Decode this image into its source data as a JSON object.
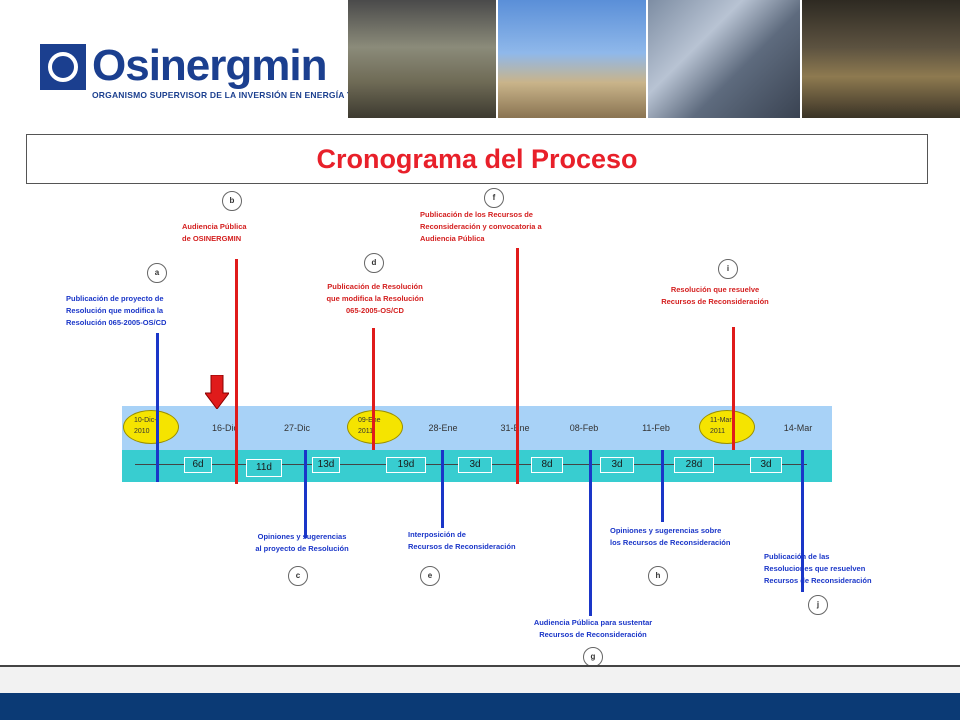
{
  "header": {
    "logo_name": "Osinergmin",
    "logo_subtitle": "ORGANISMO SUPERVISOR DE LA INVERSIÓN EN ENERGÍA Y MINERÍA"
  },
  "title": "Cronograma del Proceso",
  "colors": {
    "title": "#e8202a",
    "band_top": "#a8d2f7",
    "band_bottom": "#38cdd0",
    "marker_red": "#e01b1b",
    "marker_blue": "#1a36c8",
    "highlight_oval": "#f5e400",
    "brand_blue": "#1b3f8f"
  },
  "timeline": {
    "dates": [
      {
        "line1": "10-Dic-",
        "line2": "2010",
        "highlighted": true
      },
      {
        "line1": "16-Dic",
        "line2": "",
        "highlighted": false
      },
      {
        "line1": "27-Dic",
        "line2": "",
        "highlighted": false
      },
      {
        "line1": "09-Ene",
        "line2": "2011",
        "highlighted": true
      },
      {
        "line1": "28-Ene",
        "line2": "",
        "highlighted": false
      },
      {
        "line1": "31-Ene",
        "line2": "",
        "highlighted": false
      },
      {
        "line1": "08-Feb",
        "line2": "",
        "highlighted": false
      },
      {
        "line1": "11-Feb",
        "line2": "",
        "highlighted": false
      },
      {
        "line1": "11-Mar",
        "line2": "2011",
        "highlighted": true
      },
      {
        "line1": "14-Mar",
        "line2": "",
        "highlighted": false
      }
    ],
    "durations": [
      "6d",
      "11d",
      "13d",
      "19d",
      "3d",
      "8d",
      "3d",
      "28d",
      "3d"
    ]
  },
  "events": [
    {
      "id": "a",
      "color": "blue",
      "lines": [
        "Publicación de proyecto de",
        "Resolución que modifica la",
        "Resolución 065-2005-OS/CD"
      ]
    },
    {
      "id": "b",
      "color": "red",
      "lines": [
        "Audiencia Pública",
        "de OSINERGMIN"
      ]
    },
    {
      "id": "c",
      "color": "blue",
      "lines": [
        "Opiniones y sugerencias",
        "al proyecto de Resolución"
      ]
    },
    {
      "id": "d",
      "color": "red",
      "lines": [
        "Publicación de Resolución",
        "que modifica la Resolución",
        "065-2005-OS/CD"
      ]
    },
    {
      "id": "e",
      "color": "blue",
      "lines": [
        "Interposición de",
        "Recursos de Reconsideración"
      ]
    },
    {
      "id": "f",
      "color": "red",
      "lines": [
        "Publicación de los Recursos de",
        "Reconsideración y convocatoria a",
        "Audiencia Pública"
      ]
    },
    {
      "id": "g",
      "color": "blue",
      "lines": [
        "Audiencia Pública para sustentar",
        "Recursos de Reconsideración"
      ]
    },
    {
      "id": "h",
      "color": "blue",
      "lines": [
        "Opiniones y sugerencias sobre",
        "los Recursos de Reconsideración"
      ]
    },
    {
      "id": "i",
      "color": "red",
      "lines": [
        "Resolución que resuelve",
        "Recursos de Reconsideración"
      ]
    },
    {
      "id": "j",
      "color": "blue",
      "lines": [
        "Publicación de las",
        "Resoluciones que resuelven",
        "Recursos de Reconsideración"
      ]
    }
  ]
}
